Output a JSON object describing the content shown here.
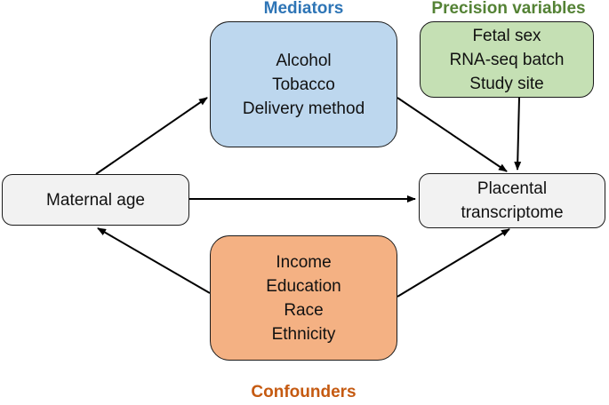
{
  "mediators": {
    "heading": "Mediators",
    "items": [
      "Alcohol",
      "Tobacco",
      "Delivery method"
    ]
  },
  "precision": {
    "heading": "Precision variables",
    "items": [
      "Fetal sex",
      "RNA-seq batch",
      "Study site"
    ]
  },
  "exposure": {
    "label": "Maternal age"
  },
  "outcome": {
    "lines": [
      "Placental",
      "transcriptome"
    ]
  },
  "confounders": {
    "heading": "Confounders",
    "items": [
      "Income",
      "Education",
      "Race",
      "Ethnicity"
    ]
  },
  "colors": {
    "mediators_fill": "#bdd7ee",
    "mediators_heading": "#2e75b6",
    "precision_fill": "#c5e0b4",
    "precision_heading": "#548235",
    "confounders_fill": "#f4b183",
    "confounders_heading": "#c55a11",
    "node_fill": "#f2f2f2",
    "arrow": "#000000"
  }
}
